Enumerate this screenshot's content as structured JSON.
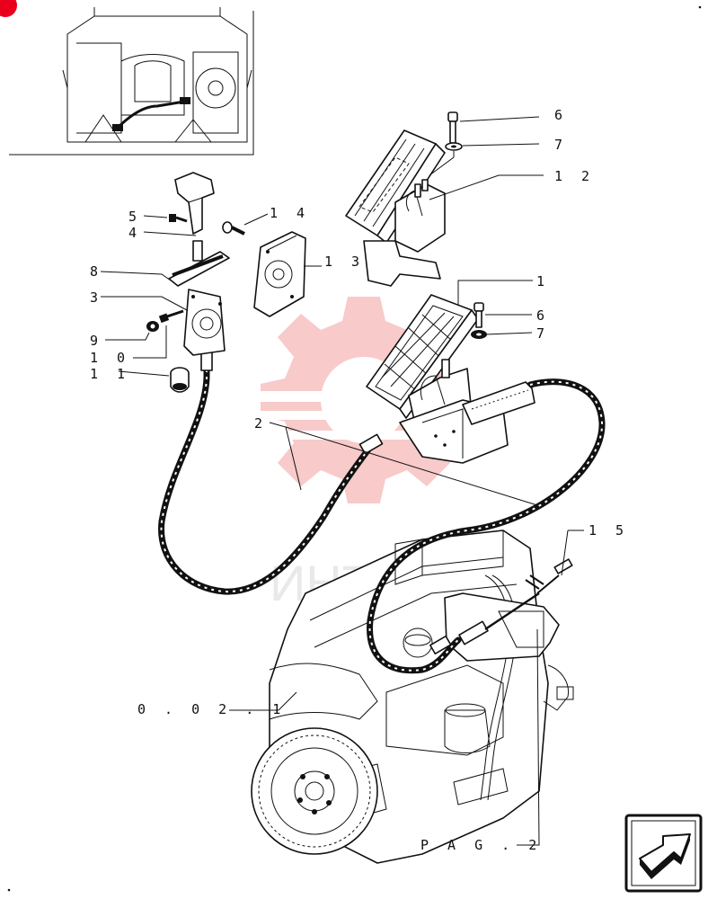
{
  "callouts": [
    {
      "id": "6a",
      "text": "6"
    },
    {
      "id": "7a",
      "text": "7"
    },
    {
      "id": "12",
      "text": "1 2"
    },
    {
      "id": "14",
      "text": "1 4"
    },
    {
      "id": "13",
      "text": "1 3"
    },
    {
      "id": "5",
      "text": "5"
    },
    {
      "id": "4",
      "text": "4"
    },
    {
      "id": "8",
      "text": "8"
    },
    {
      "id": "3",
      "text": "3"
    },
    {
      "id": "9",
      "text": "9"
    },
    {
      "id": "10",
      "text": "1 0"
    },
    {
      "id": "11",
      "text": "1 1"
    },
    {
      "id": "1",
      "text": "1"
    },
    {
      "id": "6b",
      "text": "6"
    },
    {
      "id": "7b",
      "text": "7"
    },
    {
      "id": "2",
      "text": "2"
    },
    {
      "id": "15",
      "text": "1 5"
    },
    {
      "id": "ref",
      "text": "0 . 0 2 . 1"
    },
    {
      "id": "pag",
      "text": "P A G .   2"
    }
  ],
  "watermark": {
    "text": "ИНТЕК"
  },
  "colors": {
    "accent": "#e8001c",
    "watermark": "#f4a0a0",
    "ink": "#111111"
  },
  "icons": {
    "nav": "next-page-arrow-icon",
    "corner": "red-corner-marker"
  }
}
